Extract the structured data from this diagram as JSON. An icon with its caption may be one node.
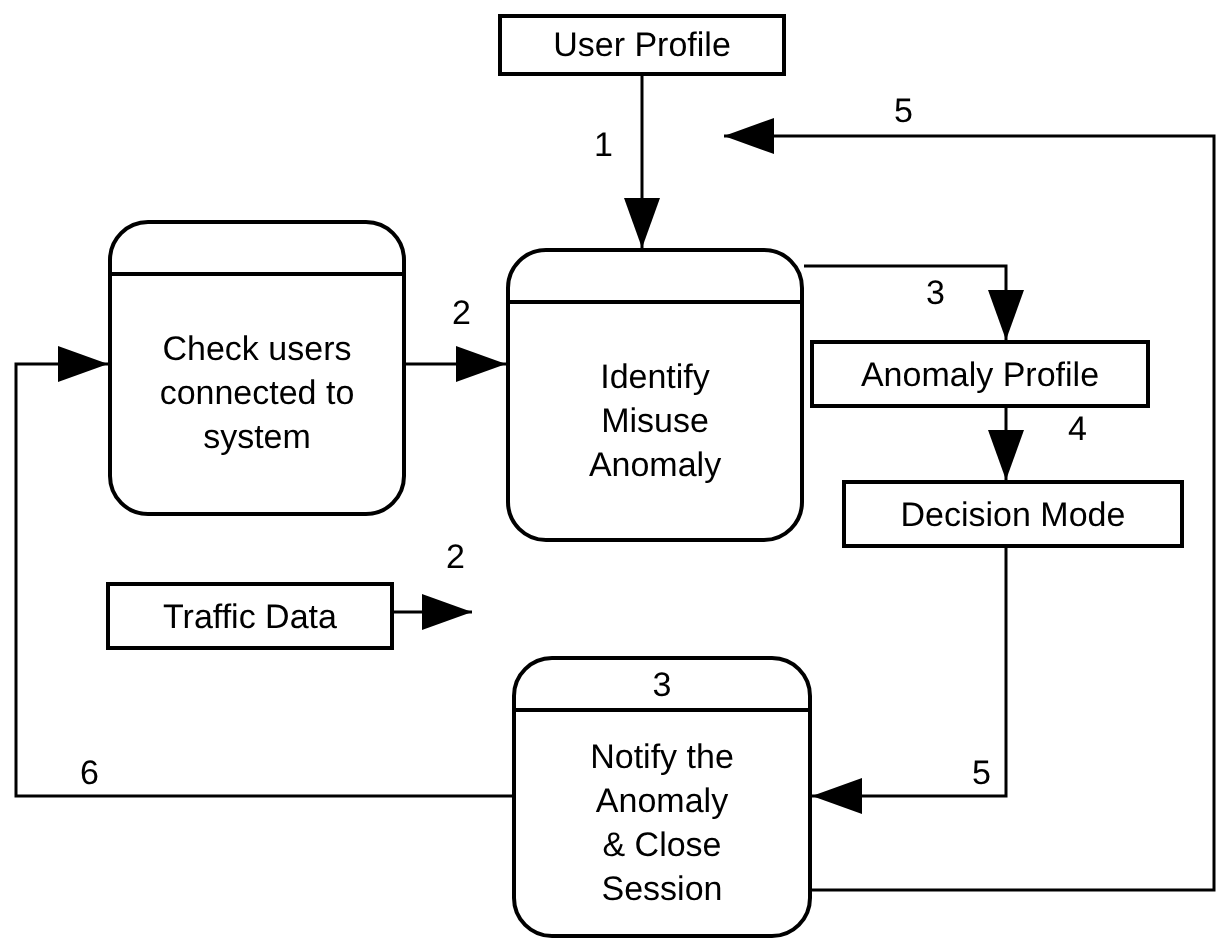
{
  "diagram": {
    "nodes": [
      {
        "text": [
          "User Profile"
        ]
      },
      {
        "text": [
          "Check users connected to system"
        ]
      },
      {
        "text": [
          "Identify Misuse Anomaly"
        ]
      },
      {
        "text": [
          "Anomaly Profile"
        ]
      },
      {
        "text": [
          "Decision Mode"
        ]
      },
      {
        "text": [
          "Traffic Data"
        ]
      },
      {
        "text": [
          "3",
          "Notify the Anomaly & Close Session"
        ]
      }
    ],
    "edges": [
      {
        "from": 0,
        "to": 2,
        "arrow": "to",
        "label": "1"
      },
      {
        "from": 1,
        "to": 2,
        "arrow": "to",
        "label": "2"
      },
      {
        "from": 2,
        "to": 3,
        "arrow": "to",
        "label": "3"
      },
      {
        "from": 3,
        "to": 4,
        "arrow": "to",
        "label": "4"
      },
      {
        "from": 4,
        "to": 6,
        "arrow": "to",
        "label": "5"
      },
      {
        "from": 6,
        "to": 1,
        "arrow": "to",
        "label": "6"
      },
      {
        "from": 5,
        "to": null,
        "arrow": "to",
        "label": "2"
      },
      {
        "from": 6,
        "to": null,
        "arrow": "to",
        "label": "5"
      }
    ]
  }
}
